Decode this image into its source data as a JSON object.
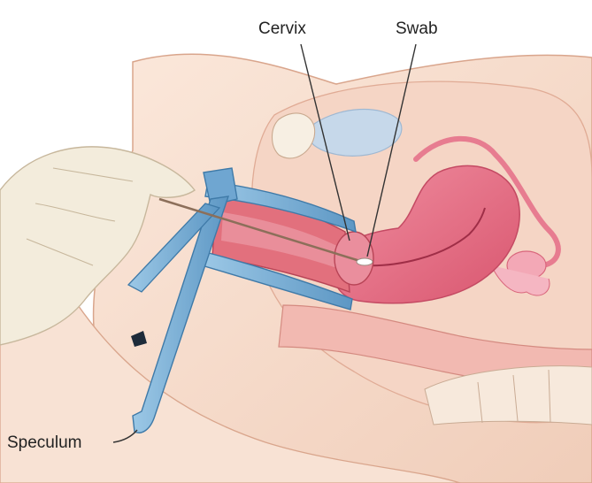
{
  "labels": {
    "cervix": "Cervix",
    "swab": "Swab",
    "speculum": "Speculum"
  },
  "colors": {
    "skin": "#f6dccb",
    "skin_shadow": "#ecc4ae",
    "pelvic_tissue": "#f2cdbd",
    "uterus": "#e97a8c",
    "uterus_dark": "#d4566d",
    "vaginal_canal": "#e2707d",
    "speculum": "#7eb3d8",
    "speculum_dark": "#4f8dbd",
    "glove": "#f3ecdc",
    "bladder": "#c6d8ea"
  }
}
